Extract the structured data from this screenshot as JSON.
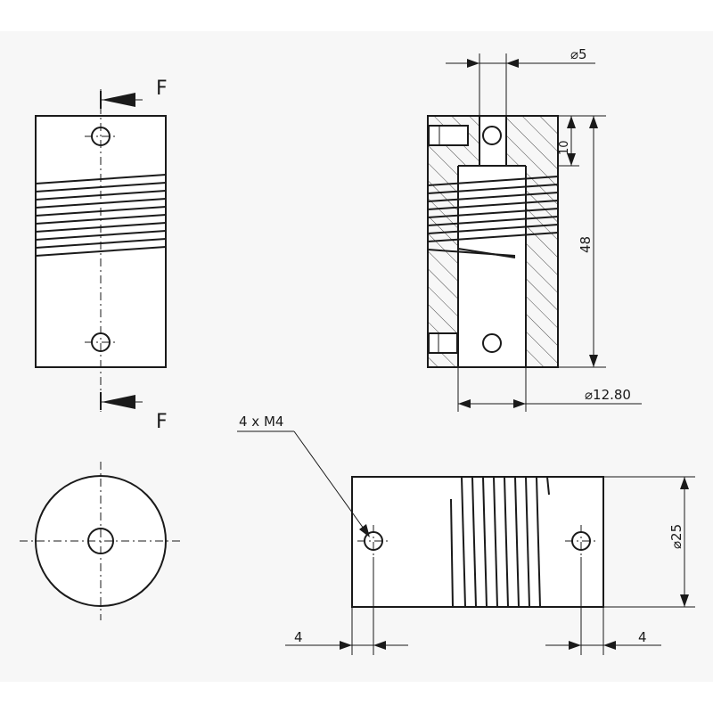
{
  "section_marker": {
    "top": "F",
    "bottom": "F"
  },
  "dimensions": {
    "bore_small": "⌀5",
    "depth": "10",
    "length": "48",
    "bore_large": "⌀12.80",
    "outer_diameter": "⌀25",
    "screw_callout": "4 x  M4",
    "offset_left": "4",
    "offset_right": "4"
  }
}
